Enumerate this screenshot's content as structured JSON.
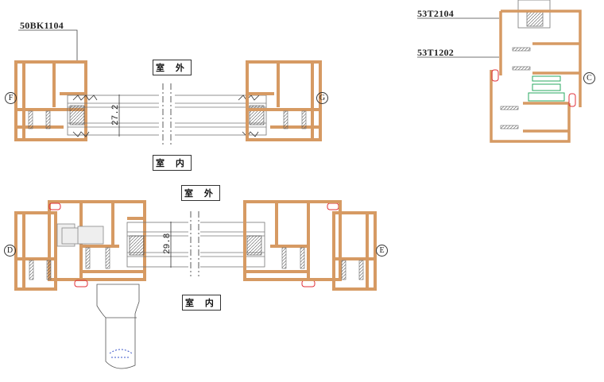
{
  "labels": {
    "part_top_left": "50BK1104",
    "part_right_1": "53T2104",
    "part_right_2": "53T1202"
  },
  "room_labels": {
    "outdoor": "室 外",
    "indoor": "室 内"
  },
  "section_marks": {
    "F": "F",
    "G": "G",
    "C": "C",
    "D": "D",
    "E": "E"
  },
  "dimensions": {
    "top_glass": "27.2",
    "bottom_glass": "29.8"
  },
  "colors": {
    "profile": "#d69a63",
    "profile_edge": "#a8683a",
    "gasket": "#e0303a",
    "glass_line": "#777777",
    "insert": "#2aa860",
    "handle_detail": "#3a55c8"
  }
}
